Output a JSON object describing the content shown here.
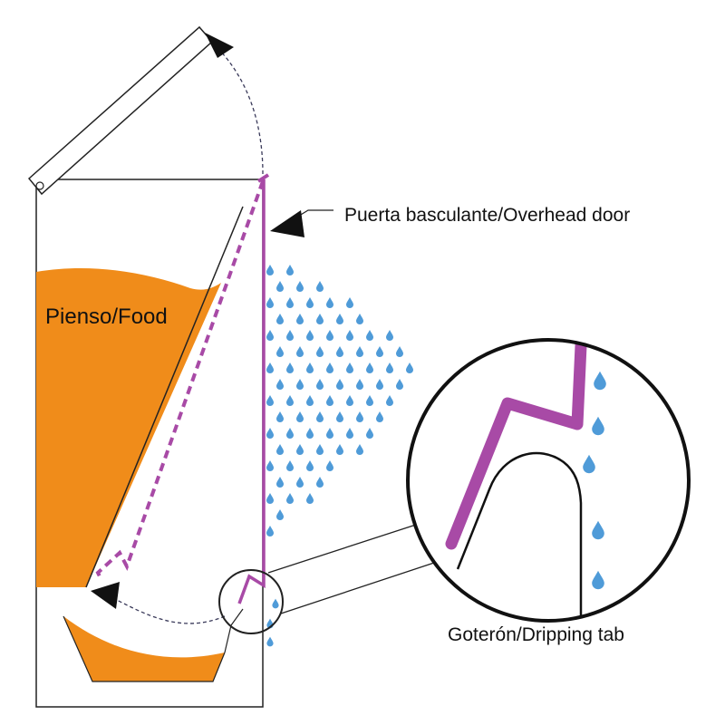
{
  "labels": {
    "food": "Pienso/Food",
    "door": "Puerta basculante/Overhead door",
    "drip_tab": "Goterón/Dripping tab"
  },
  "colors": {
    "food": "#f08c1a",
    "door": "#a84aa6",
    "rain": "#4f9bd8",
    "outline": "#222222",
    "dashed_arc": "#3a3a5a"
  }
}
